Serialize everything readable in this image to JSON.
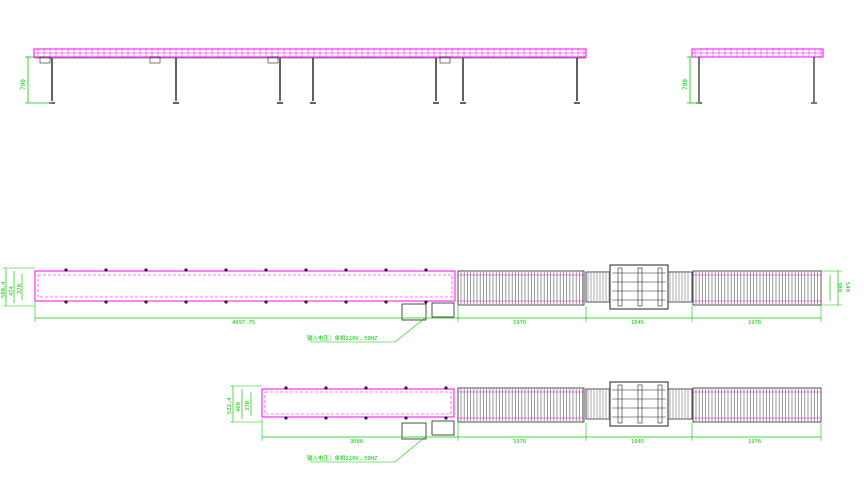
{
  "colors": {
    "background": "#ffffff",
    "frame": "#ff00ff",
    "dimension": "#00cc00",
    "outline": "#202020",
    "roller": "#707070"
  },
  "side_view_main": {
    "height_label": "790"
  },
  "side_view_right": {
    "height_label": "790"
  },
  "plan_top": {
    "left_labels": [
      "500.4",
      "474",
      "370"
    ],
    "right_labels": [
      "540",
      "380"
    ],
    "bottom_labels": [
      "4997.75",
      "1976",
      "1645",
      "1976"
    ],
    "note": "输入电压：单相220V，50HZ"
  },
  "plan_bottom": {
    "left_labels": [
      "522.4",
      "460",
      "370"
    ],
    "bottom_labels": [
      "3086",
      "1976",
      "1645",
      "1976"
    ],
    "note": "输入电压：单相220V，50HZ"
  }
}
